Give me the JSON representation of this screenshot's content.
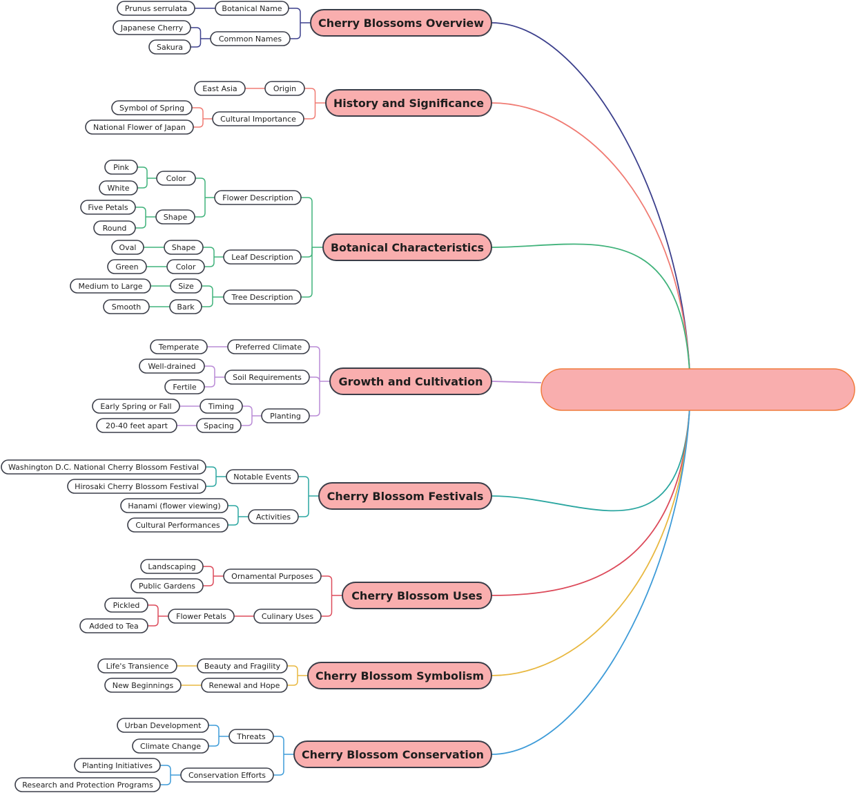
{
  "central_topic": {
    "label": "",
    "fill": "#f9aeae",
    "stroke": "#f07a3c"
  },
  "branches": [
    {
      "label": "Cherry Blossoms Overview",
      "color": "#3b3f8c",
      "children": [
        {
          "label": "Botanical Name",
          "children": [
            {
              "label": "Prunus serrulata"
            }
          ]
        },
        {
          "label": "Common Names",
          "children": [
            {
              "label": "Japanese Cherry"
            },
            {
              "label": "Sakura"
            }
          ]
        }
      ]
    },
    {
      "label": "History and Significance",
      "color": "#f07a72",
      "children": [
        {
          "label": "Origin",
          "children": [
            {
              "label": "East Asia"
            }
          ]
        },
        {
          "label": "Cultural Importance",
          "children": [
            {
              "label": "Symbol of Spring"
            },
            {
              "label": "National Flower of Japan"
            }
          ]
        }
      ]
    },
    {
      "label": "Botanical Characteristics",
      "color": "#3fb27a",
      "children": [
        {
          "label": "Flower Description",
          "children": [
            {
              "label": "Color",
              "children": [
                {
                  "label": "Pink"
                },
                {
                  "label": "White"
                }
              ]
            },
            {
              "label": "Shape",
              "children": [
                {
                  "label": "Five Petals"
                },
                {
                  "label": "Round"
                }
              ]
            }
          ]
        },
        {
          "label": "Leaf Description",
          "children": [
            {
              "label": "Shape",
              "children": [
                {
                  "label": "Oval"
                }
              ]
            },
            {
              "label": "Color",
              "children": [
                {
                  "label": "Green"
                }
              ]
            }
          ]
        },
        {
          "label": "Tree Description",
          "children": [
            {
              "label": "Size",
              "children": [
                {
                  "label": "Medium to Large"
                }
              ]
            },
            {
              "label": "Bark",
              "children": [
                {
                  "label": "Smooth"
                }
              ]
            }
          ]
        }
      ]
    },
    {
      "label": "Growth and Cultivation",
      "color": "#b98ad6",
      "children": [
        {
          "label": "Preferred Climate",
          "children": [
            {
              "label": "Temperate"
            }
          ]
        },
        {
          "label": "Soil Requirements",
          "children": [
            {
              "label": "Well-drained"
            },
            {
              "label": "Fertile"
            }
          ]
        },
        {
          "label": "Planting",
          "children": [
            {
              "label": "Timing",
              "children": [
                {
                  "label": "Early Spring or Fall"
                }
              ]
            },
            {
              "label": "Spacing",
              "children": [
                {
                  "label": "20-40 feet apart"
                }
              ]
            }
          ]
        }
      ]
    },
    {
      "label": "Cherry Blossom Festivals",
      "color": "#2aa6a0",
      "children": [
        {
          "label": "Notable Events",
          "children": [
            {
              "label": "Washington D.C. National Cherry Blossom Festival"
            },
            {
              "label": "Hirosaki Cherry Blossom Festival"
            }
          ]
        },
        {
          "label": "Activities",
          "children": [
            {
              "label": "Hanami (flower viewing)"
            },
            {
              "label": "Cultural Performances"
            }
          ]
        }
      ]
    },
    {
      "label": "Cherry Blossom Uses",
      "color": "#dc4a5a",
      "children": [
        {
          "label": "Ornamental Purposes",
          "children": [
            {
              "label": "Landscaping"
            },
            {
              "label": "Public Gardens"
            }
          ]
        },
        {
          "label": "Culinary Uses",
          "children": [
            {
              "label": "Flower Petals",
              "children": [
                {
                  "label": "Pickled"
                },
                {
                  "label": "Added to Tea"
                }
              ]
            }
          ]
        }
      ]
    },
    {
      "label": "Cherry Blossom Symbolism",
      "color": "#e8b840",
      "children": [
        {
          "label": "Beauty and Fragility",
          "children": [
            {
              "label": "Life's Transience"
            }
          ]
        },
        {
          "label": "Renewal and Hope",
          "children": [
            {
              "label": "New Beginnings"
            }
          ]
        }
      ]
    },
    {
      "label": "Cherry Blossom Conservation",
      "color": "#3d9bd8",
      "children": [
        {
          "label": "Threats",
          "children": [
            {
              "label": "Urban Development"
            },
            {
              "label": "Climate Change"
            }
          ]
        },
        {
          "label": "Conservation Efforts",
          "children": [
            {
              "label": "Planting Initiatives"
            },
            {
              "label": "Research and Protection Programs"
            }
          ]
        }
      ]
    }
  ]
}
